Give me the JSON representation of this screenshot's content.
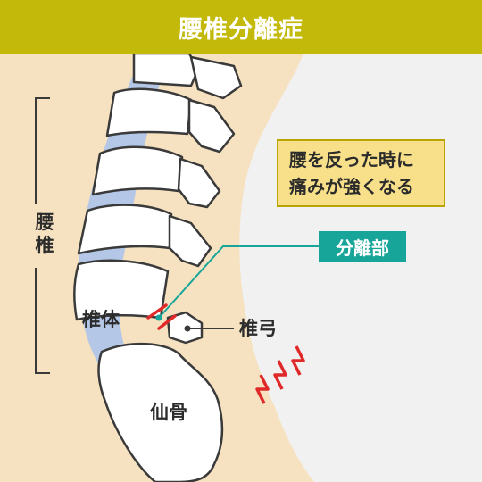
{
  "title": "腰椎分離症",
  "labels": {
    "lumbar": "腰椎",
    "vertebral_body": "椎体",
    "vertebral_arch": "椎弓",
    "sacrum": "仙骨",
    "separation": "分離部"
  },
  "callout": {
    "line1": "腰を反った時に",
    "line2": "痛みが強くなる"
  },
  "colors": {
    "header": "#c3b90a",
    "skin": "#f6e2c0",
    "bone": "#ffffff",
    "disc": "#b5c7e6",
    "callout_bg": "#f8e08a",
    "tag": "#17a59a",
    "pain_mark": "#e02a2a"
  },
  "icons": [
    "pain-lightning-icon",
    "fracture-mark-icon"
  ]
}
